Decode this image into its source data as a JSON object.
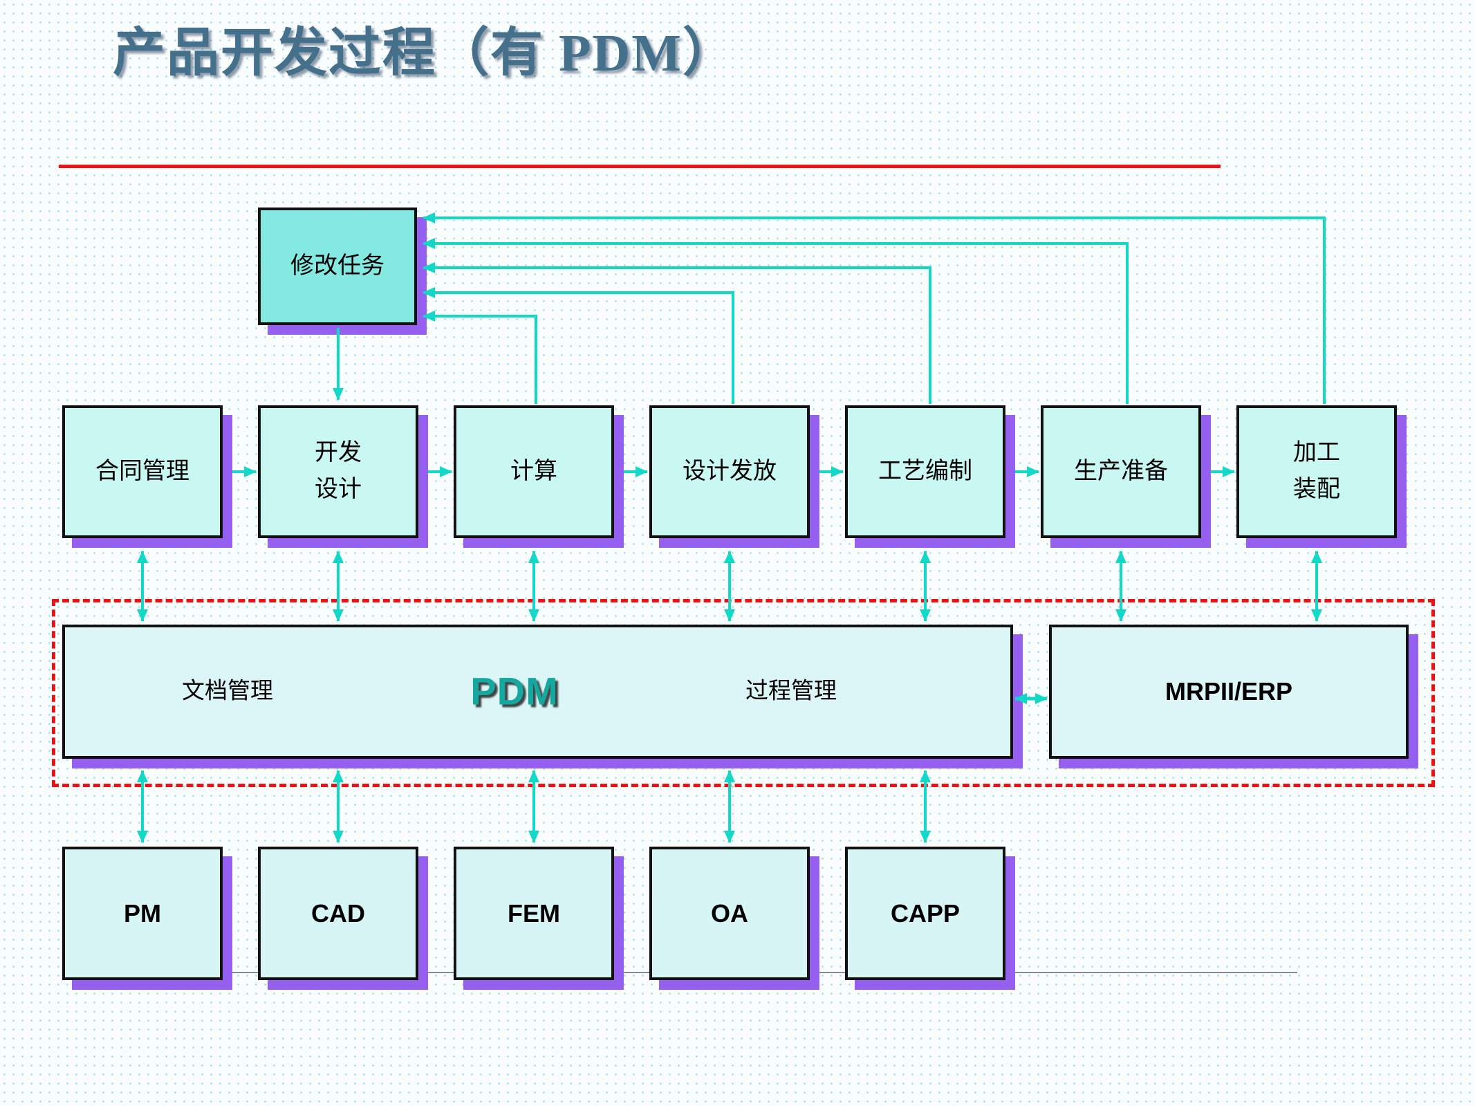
{
  "title": "产品开发过程（有 PDM）",
  "colors": {
    "title_text": "#44708C",
    "title_rule": "#E81418",
    "arrow": "#12D8C8",
    "node_shadow": "#9560F0",
    "node_fill": "#C9F8F2",
    "modify_fill": "#84E9E1",
    "pdm_bar_fill": "#DCF6F7",
    "pdm_text": "#16A89E",
    "dashed_boundary": "#EE1111",
    "node_border": "#111111"
  },
  "diagram": {
    "modify_task": {
      "label": "修改任务"
    },
    "process_row": [
      {
        "label": "合同管理"
      },
      {
        "label": "开发\n设计"
      },
      {
        "label": "计算"
      },
      {
        "label": "设计发放"
      },
      {
        "label": "工艺编制"
      },
      {
        "label": "生产准备"
      },
      {
        "label": "加工\n装配"
      }
    ],
    "pdm_bar": {
      "left_label": "文档管理",
      "center_label": "PDM",
      "right_label": "过程管理"
    },
    "mrp_box": {
      "label": "MRPII/ERP"
    },
    "tools_row": [
      {
        "label": "PM"
      },
      {
        "label": "CAD"
      },
      {
        "label": "FEM"
      },
      {
        "label": "OA"
      },
      {
        "label": "CAPP"
      }
    ]
  }
}
